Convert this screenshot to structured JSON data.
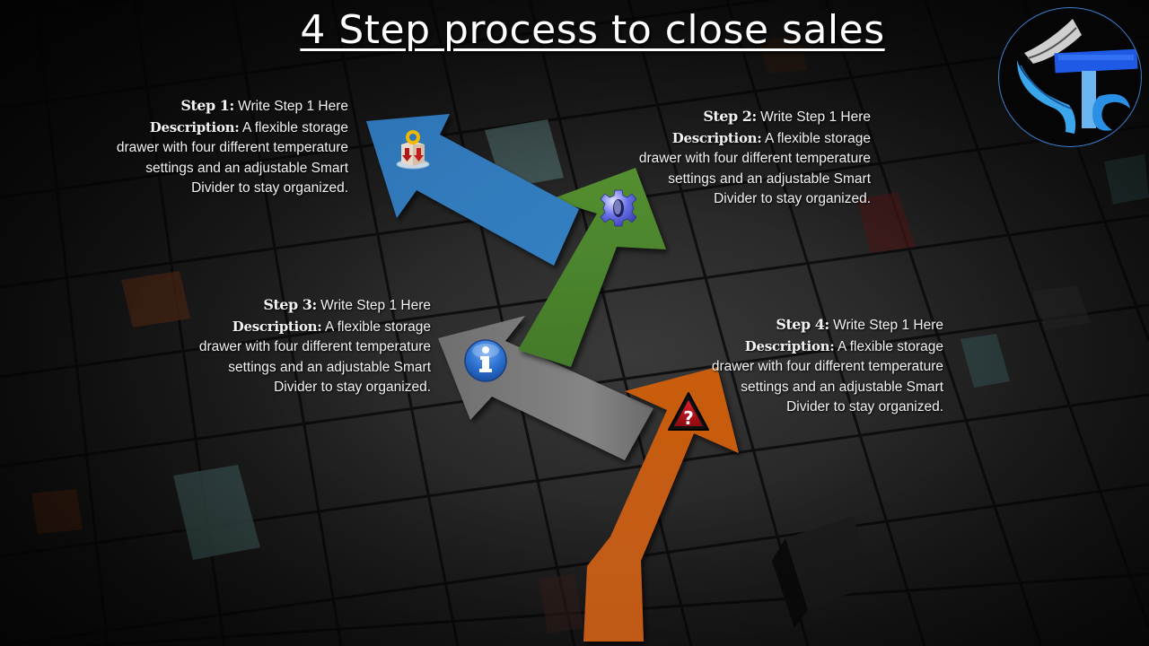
{
  "slide": {
    "title": "4 Step process to close sales",
    "background": "dark 3D cubes",
    "logo": {
      "name": "brand-logo",
      "colors": [
        "#1e6be0",
        "#3ab4f2",
        "#c8c8c8"
      ]
    }
  },
  "steps": [
    {
      "label": "Step 1:",
      "title": "Write Step 1 Here",
      "desc_label": "Description:",
      "description": "A flexible storage drawer with four different temperature settings and an adjustable Smart Divider to stay organized.",
      "arrow_color": "#2e75b6",
      "icon": "package-download-icon"
    },
    {
      "label": "Step 2:",
      "title": "Write Step 1 Here",
      "desc_label": "Description:",
      "description": "A flexible storage drawer with four different temperature settings and an adjustable Smart Divider to stay organized.",
      "arrow_color": "#4f8a2f",
      "icon": "gear-icon"
    },
    {
      "label": "Step 3:",
      "title": "Write Step 1 Here",
      "desc_label": "Description:",
      "description": "A flexible storage drawer with four different temperature settings and an adjustable Smart Divider to stay organized.",
      "arrow_color": "#7a7a7a",
      "icon": "info-icon"
    },
    {
      "label": "Step 4:",
      "title": "Write Step 1 Here",
      "desc_label": "Description:",
      "description": "A flexible storage drawer with four different temperature settings and an adjustable Smart Divider to stay organized.",
      "arrow_color": "#c55a11",
      "icon": "warning-question-icon"
    }
  ]
}
